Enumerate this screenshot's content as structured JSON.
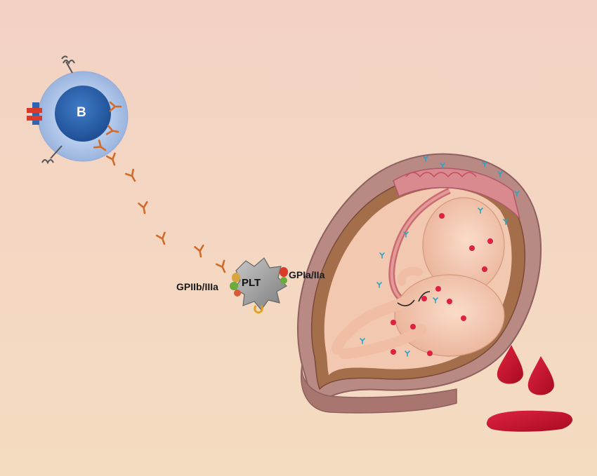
{
  "labels": {
    "b_cell": "B",
    "platelet": "PLT",
    "gpiib_iiia": "GPIIb/IIIa",
    "gpia_iia": "GPIa/IIa"
  },
  "colors": {
    "background_top": "#f3d2c4",
    "background_bottom": "#f4dcc0",
    "b_cell_outer": "#aac2e6",
    "b_cell_nucleus": "#2f65ae",
    "antibody": "#d26a28",
    "platelet": "#9a9a9a",
    "uterus_wall": "#b98a84",
    "fetus_skin": "#f6cdb6",
    "blood": "#c8102e",
    "fetal_platelet": "#e02040",
    "antibody_in_fetus": "#2aa3c8"
  },
  "icons": {
    "b_cell": "b-lymphocyte-icon",
    "antibody": "antibody-y-icon",
    "platelet": "platelet-icon",
    "fetus": "fetus-in-uterus-icon",
    "blood": "blood-drops-icon"
  }
}
